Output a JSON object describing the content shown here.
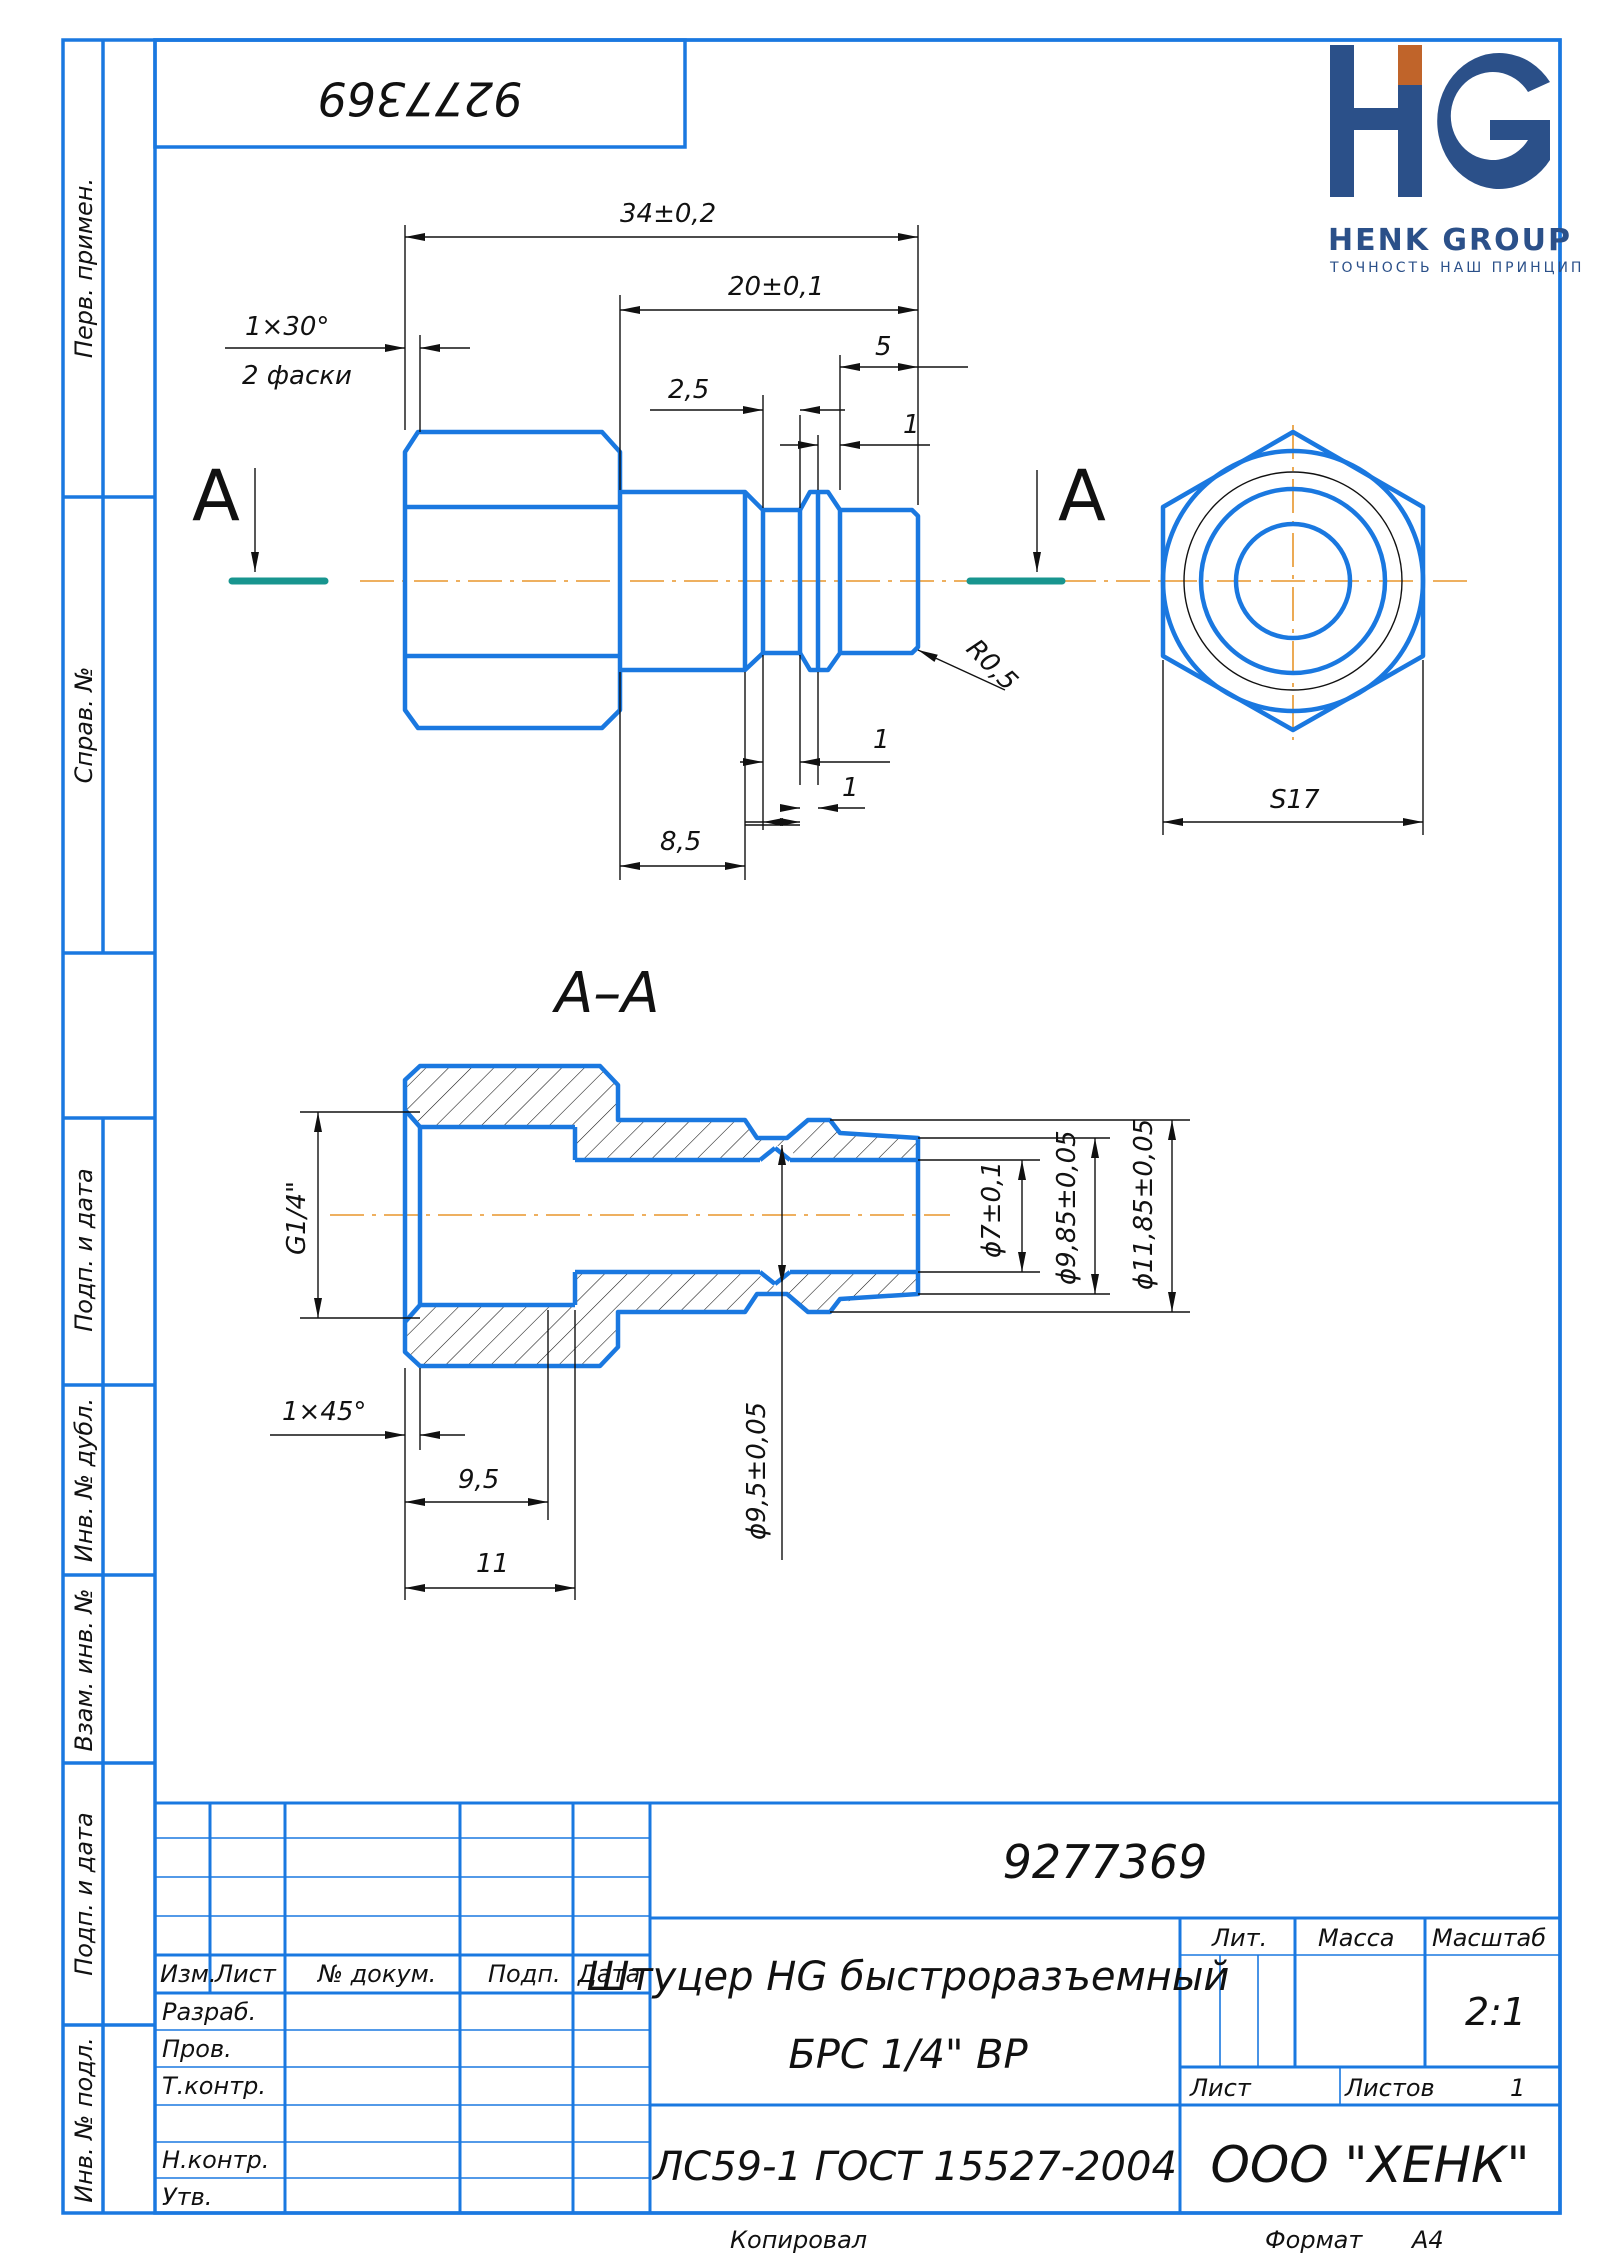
{
  "drawing_number_top": "9277369",
  "logo": {
    "letters": "HG",
    "company": "HENK GROUP",
    "tagline": "ТОЧНОСТЬ НАШ ПРИНЦИП"
  },
  "side_labels": [
    "Перв. примен.",
    "Справ. №",
    "Подп. и дата",
    "Инв. № дубл.",
    "Взам. инв. №",
    "Подп. и дата",
    "Инв. № подл."
  ],
  "dimensions": {
    "total_length": "34±0,2",
    "length_20": "20±0,1",
    "length_5": "5",
    "length_25": "2,5",
    "length_1_top": "1",
    "length_1_a": "1",
    "length_1_b": "1",
    "length_85": "8,5",
    "radius": "R0,5",
    "chamfer": "1×30°",
    "chamfer_note": "2 фаски",
    "hex_size": "S17",
    "section_chamfer": "1×45°",
    "length_95": "9,5",
    "length_11": "11",
    "thread": "G1/4\"",
    "bore": "ϕ7±0,1",
    "dia_985": "ϕ9,85±0,05",
    "dia_1185": "ϕ11,85±0,05",
    "dia_95": "ϕ9,5±0,05"
  },
  "section": {
    "cut_label": "A",
    "title": "A–A"
  },
  "title_block": {
    "headers": {
      "izm": "Изм.",
      "list": "Лист",
      "doc": "№ докум.",
      "sign": "Подп.",
      "date": "Дата"
    },
    "roles": [
      "Разраб.",
      "Пров.",
      "Т.контр.",
      "",
      "Н.контр.",
      "Утв."
    ],
    "doc_number": "9277369",
    "name_line1": "Штуцер HG быстроразъемный",
    "name_line2": "БРС 1/4\" ВР",
    "lit": "Лит.",
    "mass": "Масса",
    "scale_label": "Масштаб",
    "scale": "2:1",
    "sheet": "Лист",
    "sheets_label": "Листов",
    "sheets_count": "1",
    "material": "ЛС59-1 ГОСТ 15527-2004",
    "company": "ООО \"ХЕНК\"",
    "copied": "Копировал",
    "format_label": "Формат",
    "format": "A4"
  },
  "colors": {
    "line": "#1a78e0",
    "axis": "#e8962b",
    "cut": "#18958f",
    "logo_blue": "#2b5089",
    "logo_orange": "#c0642a"
  }
}
